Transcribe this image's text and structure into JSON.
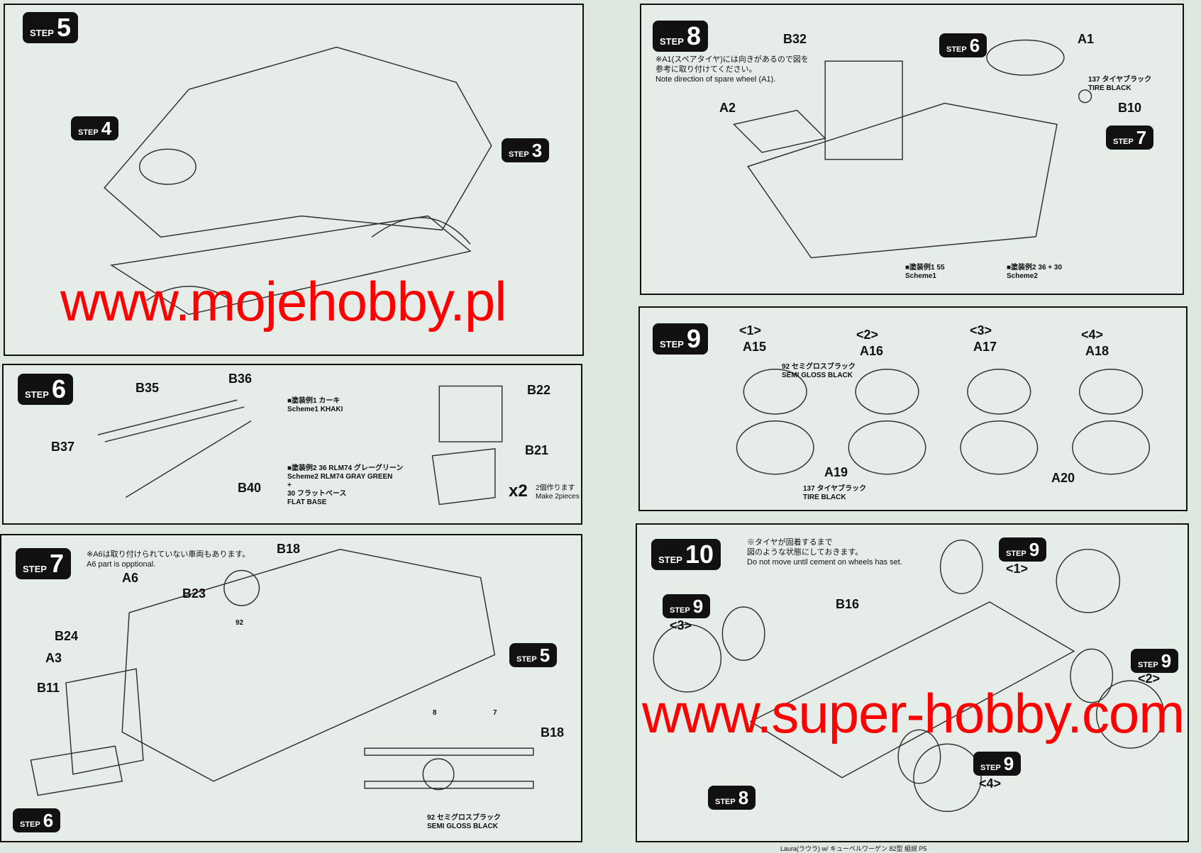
{
  "step_word": "STEP",
  "step5": {
    "number": "5",
    "refs": [
      "4",
      "3"
    ]
  },
  "step6": {
    "number": "6",
    "labels": [
      "B35",
      "B36",
      "B37",
      "B40",
      "B22",
      "B21"
    ],
    "scheme1": {
      "title": "■塗装例1",
      "en": "Scheme1",
      "color_jp": "カーキ",
      "color_en": "KHAKI"
    },
    "scheme2": {
      "title": "■塗装例2",
      "en": "Scheme2",
      "paint1_no": "36",
      "paint1_jp": "RLM74 グレーグリーン",
      "paint1_en": "RLM74 GRAY GREEN",
      "plus": "+",
      "paint2_no": "30",
      "paint2_jp": "フラットベース",
      "paint2_en": "FLAT BASE"
    },
    "mult": "x2",
    "mult_jp": "2個作ります",
    "mult_en": "Make 2pieces"
  },
  "step7": {
    "number": "7",
    "note_jp": "※A6は取り付けられていない車両もあります。",
    "note_en": "A6 part is opptional.",
    "labels": [
      "A6",
      "B23",
      "B18",
      "B24",
      "A3",
      "B11",
      "B18"
    ],
    "refs": [
      "5",
      "6"
    ],
    "paint_no": "92",
    "decals": [
      "8",
      "7"
    ],
    "paint_jp": "セミグロスブラック",
    "paint_en": "SEMI GLOSS BLACK"
  },
  "step8": {
    "number": "8",
    "note_jp1": "※A1(スペアタイヤ)には向きがあるので図を",
    "note_jp2": "参考に取り付けてください。",
    "note_en": "Note direction of spare wheel (A1).",
    "labels": [
      "B32",
      "A1",
      "A2",
      "B10"
    ],
    "refs": [
      "6",
      "7"
    ],
    "tire_no": "137",
    "tire_jp": "タイヤブラック",
    "tire_en": "TIRE BLACK",
    "scheme1": "■塗装例1",
    "scheme1_en": "Scheme1",
    "scheme1_paint": "55",
    "scheme2": "■塗装例2",
    "scheme2_en": "Scheme2",
    "scheme2_paint": "36 + 30"
  },
  "step9": {
    "number": "9",
    "wheels": [
      {
        "idx": "<1>",
        "part": "A15"
      },
      {
        "idx": "<2>",
        "part": "A16"
      },
      {
        "idx": "<3>",
        "part": "A17"
      },
      {
        "idx": "<4>",
        "part": "A18"
      }
    ],
    "paint_no": "92",
    "paint_jp": "セミグロスブラック",
    "paint_en": "SEMI GLOSS BLACK",
    "tires": [
      "A19",
      "A20"
    ],
    "tire_no": "137",
    "tire_jp": "タイヤブラック",
    "tire_en": "TIRE BLACK"
  },
  "step10": {
    "number": "10",
    "note_jp1": "※タイヤが固着するまで",
    "note_jp2": "図のような状態にしておきます。",
    "note_en": "Do not move until cement on wheels has set.",
    "label": "B16",
    "refs": [
      {
        "step": "9",
        "idx": "<1>"
      },
      {
        "step": "9",
        "idx": "<3>"
      },
      {
        "step": "9",
        "idx": "<2>"
      },
      {
        "step": "9",
        "idx": "<4>"
      },
      {
        "step": "8",
        "idx": ""
      }
    ]
  },
  "watermark": {
    "left": "www.mojehobby.pl",
    "right": "www.super-hobby.com"
  },
  "footer": "Laura(ラウラ) w/ キューベルワーゲン 82型 組説 P5"
}
